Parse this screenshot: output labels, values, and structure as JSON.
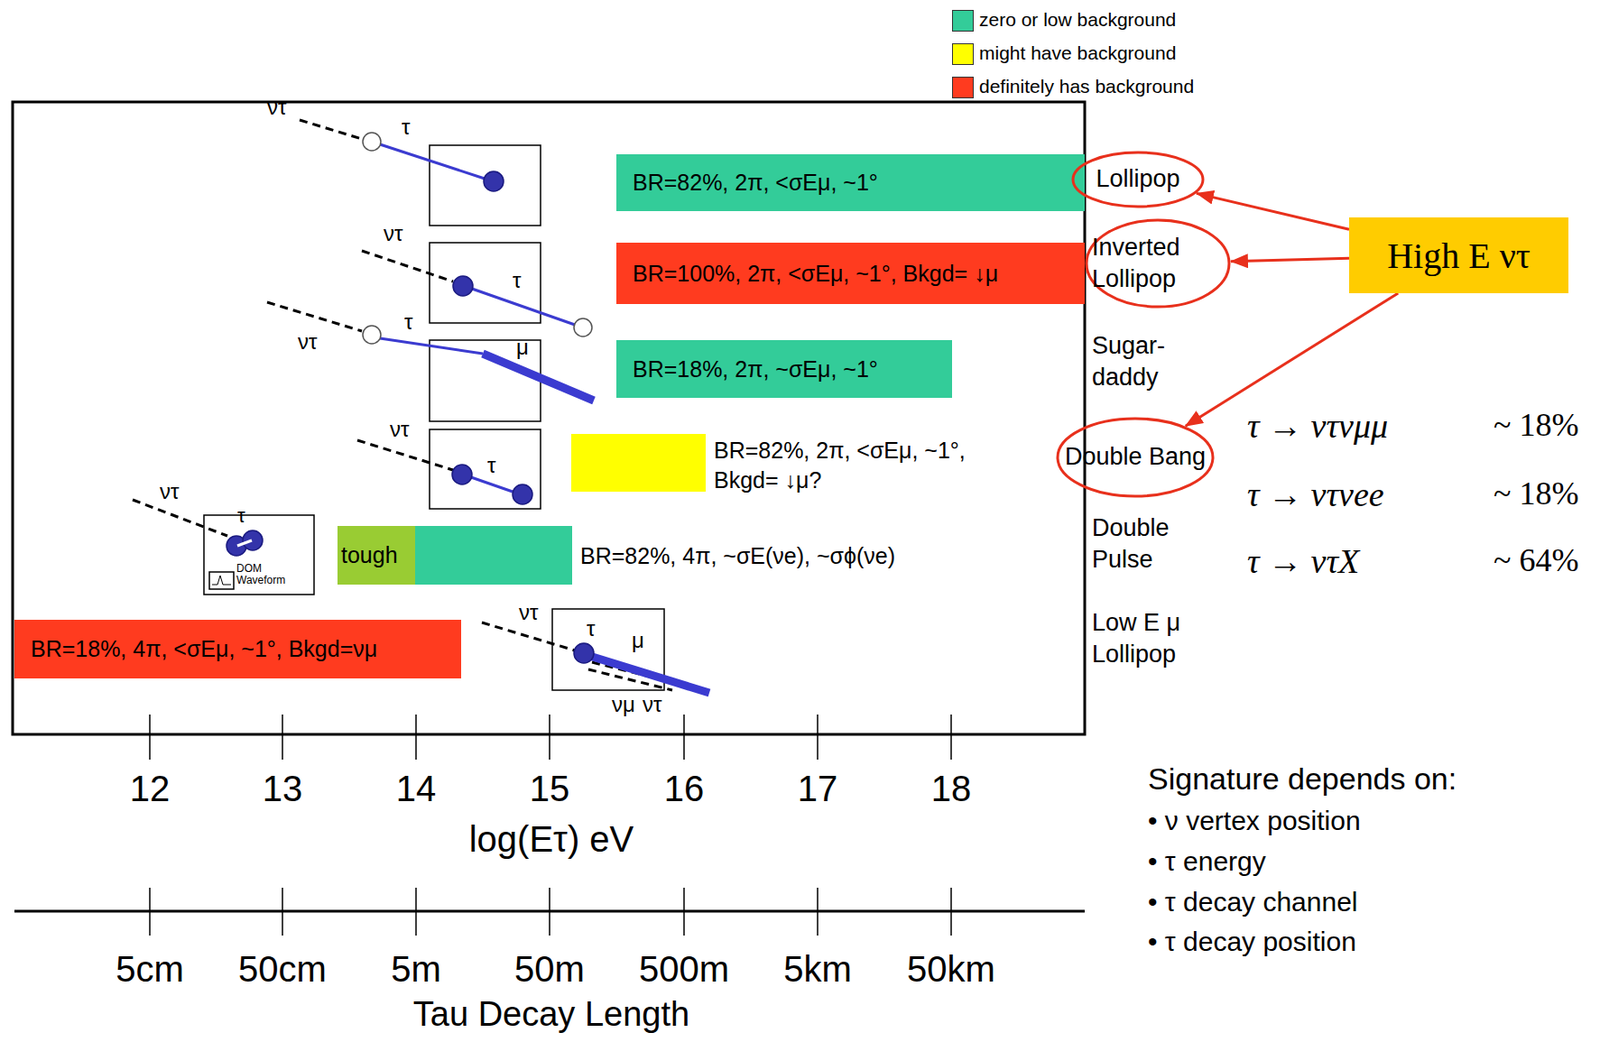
{
  "diagram": {
    "nodes": [
      {
        "text": [
          "BR=82%, 2π, <σEμ, ~1°"
        ]
      },
      {
        "text": [
          "BR=100%, 2π, <σEμ, ~1°, Bkgd= ↓μ"
        ]
      },
      {
        "text": [
          "BR=18%, 2π, ~σEμ, ~1°"
        ]
      },
      {
        "text": [
          "BR=82%, 2π, <σEμ, ~1°, Bkgd= ↓μ?"
        ]
      },
      {
        "text": [
          "tough"
        ]
      },
      {
        "text": [
          "BR=82%, 4π, ~σE(νe), ~σϕ(νe)"
        ]
      },
      {
        "text": [
          "BR=18%, 4π, <σEμ, ~1°, Bkgd=νμ"
        ]
      },
      {
        "text": [
          "Lollipop"
        ]
      },
      {
        "text": [
          "Inverted Lollipop"
        ]
      },
      {
        "text": [
          "Double Bang"
        ]
      },
      {
        "text": [
          "High E ντ"
        ]
      }
    ],
    "edges": [
      {
        "from": 10,
        "to": 7,
        "arrow": "to"
      },
      {
        "from": 10,
        "to": 8,
        "arrow": "to"
      },
      {
        "from": 10,
        "to": 9,
        "arrow": "to"
      }
    ],
    "labels": [
      "ντ",
      "τ",
      "ντ",
      "τ",
      "ντ",
      "τ",
      "μ",
      "ντ",
      "τ",
      "ντ",
      "τ",
      "DOM Waveform",
      "ντ",
      "τ",
      "μ",
      "νμ",
      "ντ",
      "Sugar-daddy",
      "Double Pulse",
      "Low E μ Lollipop",
      "τ → ντνμμ",
      "~ 18%",
      "τ → ντνee",
      "~ 18%",
      "τ → ντX",
      "~ 64%",
      "12",
      "13",
      "14",
      "15",
      "16",
      "17",
      "18",
      "log(Eτ) eV",
      "5cm",
      "50cm",
      "5m",
      "50m",
      "500m",
      "5km",
      "50km",
      "Tau Decay Length",
      "Signature depends on:",
      "• ν vertex position",
      "• τ energy",
      "• τ decay channel",
      "• τ decay position"
    ],
    "legend": [
      {
        "text": "zero or low background",
        "color": "#33cc99"
      },
      {
        "text": "might have background",
        "color": "#ffff00"
      },
      {
        "text": "definitely has background",
        "color": "#ff3b1f"
      }
    ]
  }
}
